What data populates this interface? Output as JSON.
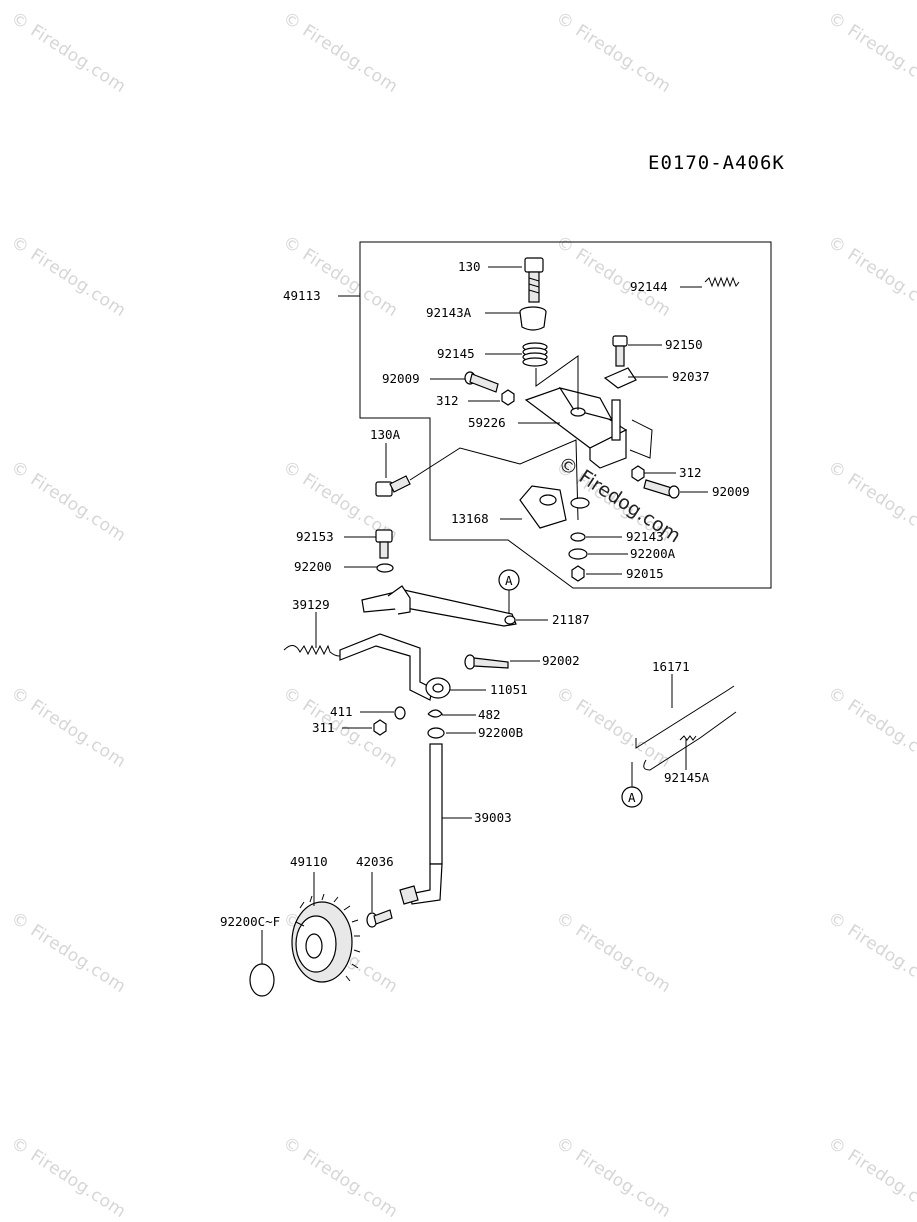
{
  "diagram_code": "E0170-A406K",
  "watermark": "© Firedog.com",
  "parts": [
    {
      "id": "p130",
      "label": "130"
    },
    {
      "id": "p92144",
      "label": "92144"
    },
    {
      "id": "p49113",
      "label": "49113"
    },
    {
      "id": "p92143A",
      "label": "92143A"
    },
    {
      "id": "p92145",
      "label": "92145"
    },
    {
      "id": "p92150",
      "label": "92150"
    },
    {
      "id": "p92009a",
      "label": "92009"
    },
    {
      "id": "p92037",
      "label": "92037"
    },
    {
      "id": "p312a",
      "label": "312"
    },
    {
      "id": "p59226",
      "label": "59226"
    },
    {
      "id": "p130A",
      "label": "130A"
    },
    {
      "id": "p312b",
      "label": "312"
    },
    {
      "id": "p92009b",
      "label": "92009"
    },
    {
      "id": "p13168",
      "label": "13168"
    },
    {
      "id": "p92143",
      "label": "92143"
    },
    {
      "id": "p92153",
      "label": "92153"
    },
    {
      "id": "p92200A",
      "label": "92200A"
    },
    {
      "id": "p92200",
      "label": "92200"
    },
    {
      "id": "p92015",
      "label": "92015"
    },
    {
      "id": "p39129",
      "label": "39129"
    },
    {
      "id": "p21187",
      "label": "21187"
    },
    {
      "id": "p92002",
      "label": "92002"
    },
    {
      "id": "p16171",
      "label": "16171"
    },
    {
      "id": "p11051",
      "label": "11051"
    },
    {
      "id": "p411",
      "label": "411"
    },
    {
      "id": "p482",
      "label": "482"
    },
    {
      "id": "p311",
      "label": "311"
    },
    {
      "id": "p92200B",
      "label": "92200B"
    },
    {
      "id": "p92145A",
      "label": "92145A"
    },
    {
      "id": "p39003",
      "label": "39003"
    },
    {
      "id": "p49110",
      "label": "49110"
    },
    {
      "id": "p42036",
      "label": "42036"
    },
    {
      "id": "p92200C",
      "label": "92200C~F"
    }
  ],
  "markers": {
    "a_top": "A",
    "a_bottom": "A"
  }
}
